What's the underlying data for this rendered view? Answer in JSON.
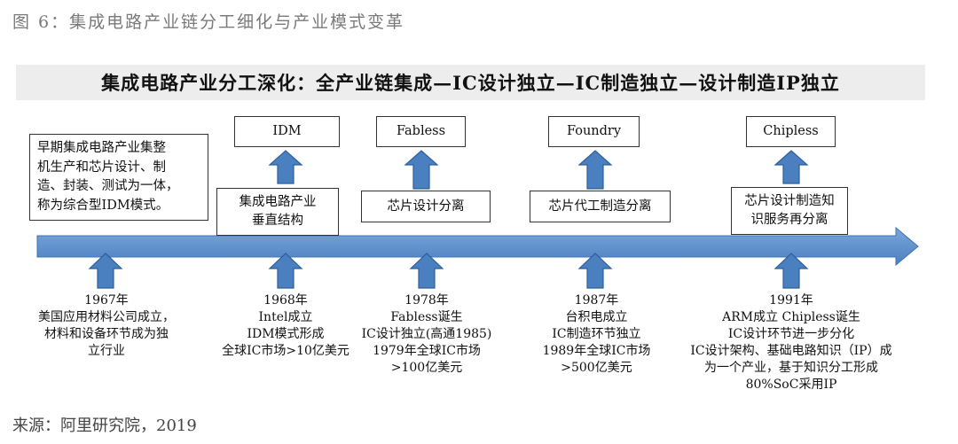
{
  "figure_title": "图 6：集成电路产业链分工细化与产业模式变革",
  "banner_title": "集成电路产业分工深化：全产业链集成—IC设计独立—IC制造独立—设计制造IP独立",
  "early_note": "早期集成电路产业集整\n机生产和芯片设计、制\n造、封装、测试为一体，\n称为综合型IDM模式。",
  "models": [
    {
      "name": "IDM",
      "stage": "集成电路产业\n垂直结构"
    },
    {
      "name": "Fabless",
      "stage": "芯片设计分离"
    },
    {
      "name": "Foundry",
      "stage": "芯片代工制造分离"
    },
    {
      "name": "Chipless",
      "stage": "芯片设计制造知\n识服务再分离"
    }
  ],
  "events": [
    {
      "text": "1967年\n美国应用材料公司成立，\n材料和设备环节成为独\n立行业"
    },
    {
      "text": "1968年\nIntel成立\nIDM模式形成\n全球IC市场>10亿美元"
    },
    {
      "text": "1978年\nFabless诞生\nIC设计独立(高通1985)\n1979年全球IC市场\n>100亿美元"
    },
    {
      "text": "1987年\n台积电成立\nIC制造环节独立\n1989年全球IC市场\n>500亿美元"
    },
    {
      "text": "1991年\nARM成立 Chipless诞生\nIC设计环节进一步分化\nIC设计架构、基础电路知识（IP）成\n为一个产业，基于知识分工形成\n80%SoC采用IP"
    }
  ],
  "source": "来源：阿里研究院，2019",
  "colors": {
    "timeline": "#5b8fcb",
    "arrow": "#4a7fc0",
    "arrow_edge": "#2e5f9a",
    "banner": "#ededed"
  }
}
